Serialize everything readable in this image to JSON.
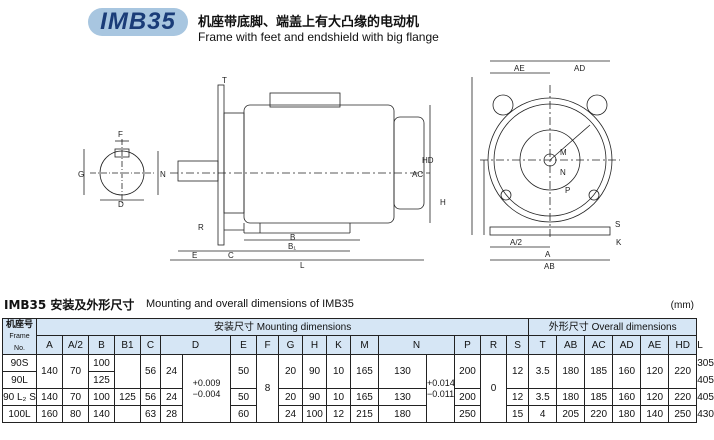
{
  "header": {
    "badge": "IMB35",
    "title_cn": "机座带底脚、端盖上有大凸缘的电动机",
    "title_en": "Frame with feet and endshield with big flange"
  },
  "drawing_labels": {
    "T": "T",
    "F": "F",
    "G": "G",
    "D": "D",
    "R": "R",
    "E": "E",
    "C": "C",
    "B": "B",
    "B1": "B₁",
    "L": "L",
    "AC": "AC",
    "HD": "HD",
    "H": "H",
    "AE": "AE",
    "AD": "AD",
    "M": "M",
    "N": "N",
    "P": "P",
    "A2": "A/2",
    "A": "A",
    "AB": "AB",
    "S": "S",
    "K": "K"
  },
  "section": {
    "title_cn": "IMB35 安装及外形尺寸",
    "title_en": "Mounting and overall dimensions of IMB35",
    "unit": "(mm)"
  },
  "table": {
    "frame_cn": "机座号",
    "frame_en": "Frame No.",
    "mounting_cn": "安装尺寸",
    "mounting_en": "Mounting dimensions",
    "overall_cn": "外形尺寸",
    "overall_en": "Overall dimensions",
    "columns": [
      "A",
      "A/2",
      "B",
      "B1",
      "C",
      "D",
      "E",
      "F",
      "G",
      "H",
      "K",
      "M",
      "N",
      "P",
      "R",
      "S",
      "T",
      "AB",
      "AC",
      "AD",
      "AE",
      "HD",
      "L"
    ],
    "frames": [
      "90S",
      "90L",
      "90 L₂ S",
      "100L"
    ],
    "cells": {
      "A_90": "140",
      "A2_90": "70",
      "B_90S": "100",
      "B_90L": "125",
      "C_90": "56",
      "D_90": "24",
      "E_90": "50",
      "D_tol_top": "+0.009",
      "D_tol_bot": "−0.004",
      "F_all": "8",
      "G_90": "20",
      "H_90": "90",
      "K_90": "10",
      "M_90": "165",
      "N_90": "130",
      "N_tol_top": "+0.014",
      "N_tol_bot": "−0.011",
      "P_90": "200",
      "R_all": "0",
      "S_90": "12",
      "T_90": "3.5",
      "AB_90": "180",
      "AC_90": "185",
      "AD_90": "160",
      "AE_90": "120",
      "HD_90": "220",
      "L_90S": "305",
      "L_90L": "405",
      "A_r3": "140",
      "A2_r3": "70",
      "B_r3": "100",
      "B1_r3": "125",
      "C_r3": "56",
      "D_r3": "24",
      "E_r3": "50",
      "G_r3": "20",
      "H_r3": "90",
      "K_r3": "10",
      "M_r3": "165",
      "N_r3": "130",
      "P_r3": "200",
      "S_r3": "12",
      "T_r3": "3.5",
      "AB_r3": "180",
      "AC_r3": "185",
      "AD_r3": "160",
      "AE_r3": "120",
      "HD_r3": "220",
      "L_r3": "405",
      "A_100": "160",
      "A2_100": "80",
      "B_100": "140",
      "C_100": "63",
      "D_100": "28",
      "E_100": "60",
      "G_100": "24",
      "H_100": "100",
      "K_100": "12",
      "M_100": "215",
      "N_100": "180",
      "P_100": "250",
      "S_100": "15",
      "T_100": "4",
      "AB_100": "205",
      "AC_100": "220",
      "AD_100": "180",
      "AE_100": "140",
      "HD_100": "250",
      "L_100": "430"
    }
  }
}
